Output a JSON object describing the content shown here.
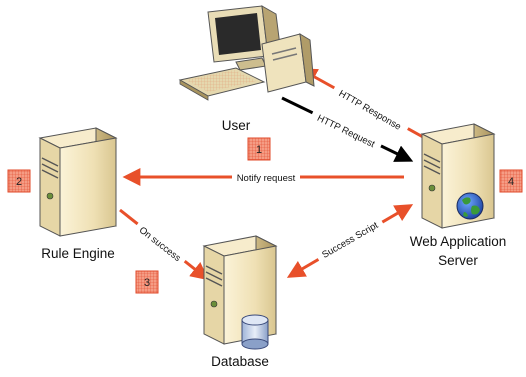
{
  "nodes": {
    "user": {
      "label": "User"
    },
    "rule_engine": {
      "label": "Rule Engine"
    },
    "web_server": {
      "label_line1": "Web Application",
      "label_line2": "Server"
    },
    "database": {
      "label": "Database"
    }
  },
  "edges": {
    "http_response": {
      "label": "HTTP Response"
    },
    "http_request": {
      "label": "HTTP Request"
    },
    "notify_request": {
      "label": "Notify request"
    },
    "on_success": {
      "label": "On success"
    },
    "success_script": {
      "label": "Success Script"
    }
  },
  "badges": [
    "1",
    "2",
    "3",
    "4"
  ],
  "colors": {
    "arrow_red": "#e8502a",
    "arrow_black": "#000000",
    "badge_fill": "#f59c84",
    "badge_grid": "#e0482a",
    "server_body": "#f2e6c2",
    "server_shadow": "#c8b688"
  }
}
